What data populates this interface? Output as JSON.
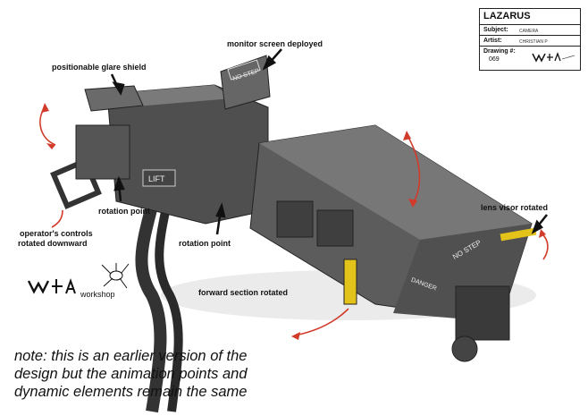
{
  "title_block": {
    "project": "LAZARUS",
    "subject_label": "Subject:",
    "subject_value": "CAMERA",
    "artist_label": "Artist:",
    "artist_value": "CHRISTIAN P",
    "drawing_label": "Drawing #:",
    "drawing_number": "069"
  },
  "callouts": {
    "monitor_screen": "monitor screen deployed",
    "glare_shield": "positionable glare shield",
    "rotation_point_1": "rotation point",
    "operators_controls_line1": "operator's controls",
    "operators_controls_line2": "rotated downward",
    "rotation_point_2": "rotation point",
    "lens_visor": "lens visor rotated",
    "forward_section": "forward section rotated"
  },
  "note": {
    "line1": "note: this is an earlier version of the",
    "line2": "design but the animation points and",
    "line3": "dynamic elements remain the same"
  },
  "logo": {
    "brand": "Weta",
    "sub": "workshop"
  },
  "colors": {
    "arrow_red": "#d23a2a",
    "hull": "#5c5c5c",
    "hazard": "#e3c21a"
  }
}
